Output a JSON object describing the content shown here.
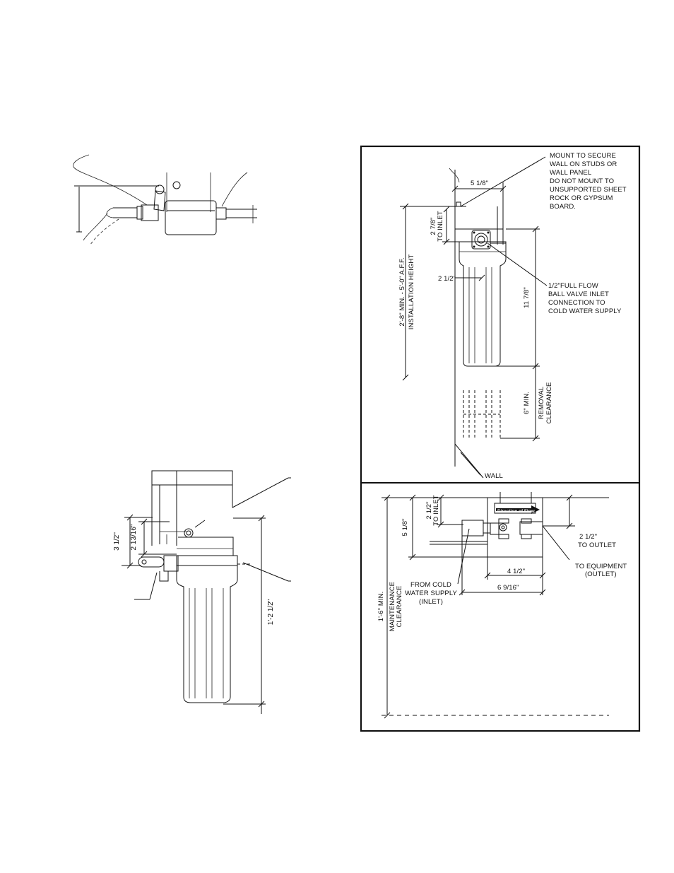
{
  "top_detail": {
    "notes": [
      "MOUNT TO SECURE",
      "WALL ON STUDS OR",
      "WALL PANEL",
      "DO NOT MOUNT TO",
      "UNSUPPORTED SHEET",
      "ROCK OR GYPSUM",
      "BOARD."
    ],
    "dim_wall_offset": "5 1/8\"",
    "dim_to_inlet": "2 7/8\"",
    "dim_to_inlet_sub": "TO INLET",
    "dim_center": "2 1/2\"",
    "dim_housing_height": "11 7/8\"",
    "valve_note": [
      "1/2\"FULL FLOW",
      "BALL VALVE INLET",
      "CONNECTION TO",
      "COLD WATER SUPPLY"
    ],
    "installation_height": "2'-8\" MIN. - 5'-0\" A.F.F.",
    "installation_height_sub": "INSTALLATION HEIGHT",
    "removal_clearance": "6\" MIN.",
    "removal_clearance_sub": "REMOVAL",
    "removal_clearance_sub2": "CLEARANCE",
    "wall_label": "WALL"
  },
  "bottom_detail": {
    "dim_depth": "5 1/8\"",
    "dim_to_inlet": "2 1/2\"",
    "dim_to_inlet_sub": "TO INLET",
    "dim_to_outlet": "2 1/2\"",
    "dim_to_outlet_sub": "TO OUTLET",
    "direction_of_flow": "Direction of Flow",
    "to_equipment": "TO EQUIPMENT",
    "to_equipment_sub": "(OUTLET)",
    "dim_width_inner": "4 1/2\"",
    "dim_width_outer": "6 9/16\"",
    "from_cold": [
      "FROM COLD",
      "WATER SUPPLY",
      "(INLET)"
    ],
    "maintenance": "1'-6\" MIN.",
    "maintenance_sub": "MAINTENANCE",
    "maintenance_sub2": "CLEARANCE"
  },
  "left_detail": {
    "dim_a": "3 1/2\"",
    "dim_b": "2 13/16\"",
    "dim_c": "1'-2 1/2\""
  }
}
